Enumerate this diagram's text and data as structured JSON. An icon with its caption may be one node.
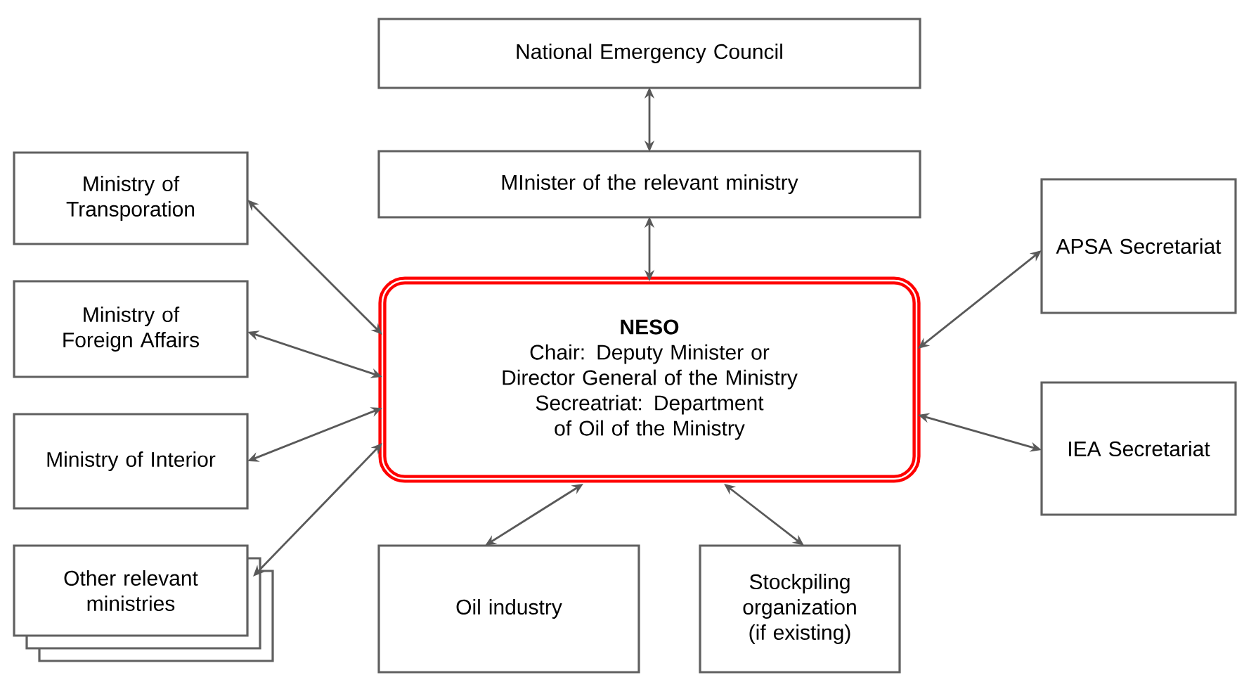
{
  "diagram": {
    "nodes": [
      {
        "text": [
          "National Emergency Council"
        ]
      },
      {
        "text": [
          "MInister of the relevant ministry"
        ]
      },
      {
        "text": [
          "Ministry of Transporation"
        ]
      },
      {
        "text": [
          "Ministry of Foreign Affairs"
        ]
      },
      {
        "text": [
          "Ministry of Interior"
        ]
      },
      {
        "text": [
          "Other relevant ministries"
        ]
      },
      {
        "text": [
          "NESO",
          "Chair: Deputy Minister or Director General of the Ministry",
          "Secreatriat: Department of Oil of the Ministry"
        ]
      },
      {
        "text": [
          "APSA Secretariat"
        ]
      },
      {
        "text": [
          "IEA Secretariat"
        ]
      },
      {
        "text": [
          "Oil industry"
        ]
      },
      {
        "text": [
          "Stockpiling organization (if existing)"
        ]
      }
    ],
    "edges": [
      {
        "from": 0,
        "to": 1,
        "arrow": "both"
      },
      {
        "from": 1,
        "to": 6,
        "arrow": "both"
      },
      {
        "from": 2,
        "to": 6,
        "arrow": "both"
      },
      {
        "from": 3,
        "to": 6,
        "arrow": "both"
      },
      {
        "from": 4,
        "to": 6,
        "arrow": "both"
      },
      {
        "from": 5,
        "to": 6,
        "arrow": "both"
      },
      {
        "from": 7,
        "to": 6,
        "arrow": "both"
      },
      {
        "from": 8,
        "to": 6,
        "arrow": "both"
      },
      {
        "from": 9,
        "to": 6,
        "arrow": "both"
      },
      {
        "from": 10,
        "to": 6,
        "arrow": "both"
      }
    ]
  }
}
